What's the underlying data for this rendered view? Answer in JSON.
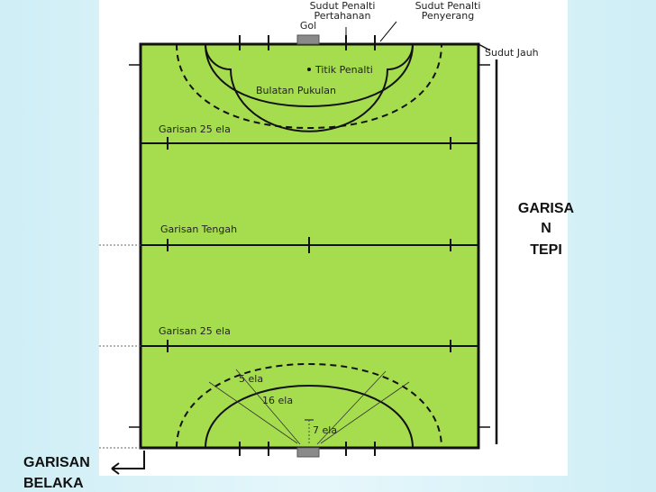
{
  "colors": {
    "field": "#a6dd4f",
    "lines": "#111111",
    "goal": "#8a8a8a",
    "arrow": "#111111"
  },
  "labels": {
    "sudut_penalti_pertahanan_1": "Sudut Penalti",
    "sudut_penalti_pertahanan_2": "Pertahanan",
    "sudut_penalti_penyerang_1": "Sudut Penalti",
    "sudut_penalti_penyerang_2": "Penyerang",
    "gol": "Gol",
    "sudut_jauh": "Sudut Jauh",
    "titik_penalti": "Titik Penalti",
    "bulatan_pukulan": "Bulatan Pukulan",
    "garisan_25_ela_top": "Garisan 25 ela",
    "garisan_tengah": "Garisan Tengah",
    "garisan_25_ela_bottom": "Garisan 25 ela",
    "lima_ela": "5 ela",
    "enam_belas_ela": "16 ela",
    "tujuh_ela": "7 ela",
    "garisan_tepi_1": "GARISA",
    "garisan_tepi_2": "N",
    "garisan_tepi_3": "TEPI",
    "garisan_belakang_1": "GARISAN",
    "garisan_belakang_2": "BELAKA"
  }
}
